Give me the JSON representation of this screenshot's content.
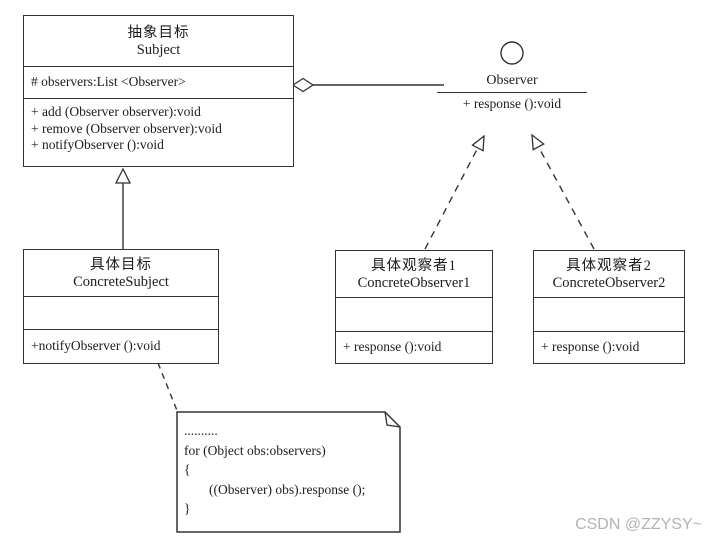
{
  "diagram": {
    "subject": {
      "title_zh": "抽象目标",
      "title_en": "Subject",
      "attributes": [
        "# observers:List <Observer>"
      ],
      "methods": [
        "+ add (Observer observer):void",
        "+ remove (Observer observer):void",
        "+ notifyObserver ():void"
      ]
    },
    "observer_interface": {
      "name": "Observer",
      "method": "+ response ():void"
    },
    "concrete_subject": {
      "title_zh": "具体目标",
      "title_en": "ConcreteSubject",
      "method": "+notifyObserver ():void"
    },
    "concrete_observer1": {
      "title_zh": "具体观察者1",
      "title_en": "ConcreteObserver1",
      "method": "+ response ():void"
    },
    "concrete_observer2": {
      "title_zh": "具体观察者2",
      "title_en": "ConcreteObserver2",
      "method": "+ response ():void"
    },
    "note": {
      "lines": [
        "..........",
        "for (Object obs:observers)",
        "{",
        "((Observer) obs).response ();",
        "}"
      ]
    },
    "watermark": "CSDN @ZZYSY~"
  },
  "colors": {
    "line": "#333333",
    "text": "#1c1c1c",
    "watermark": "#b3b3b3",
    "background": "#ffffff"
  }
}
